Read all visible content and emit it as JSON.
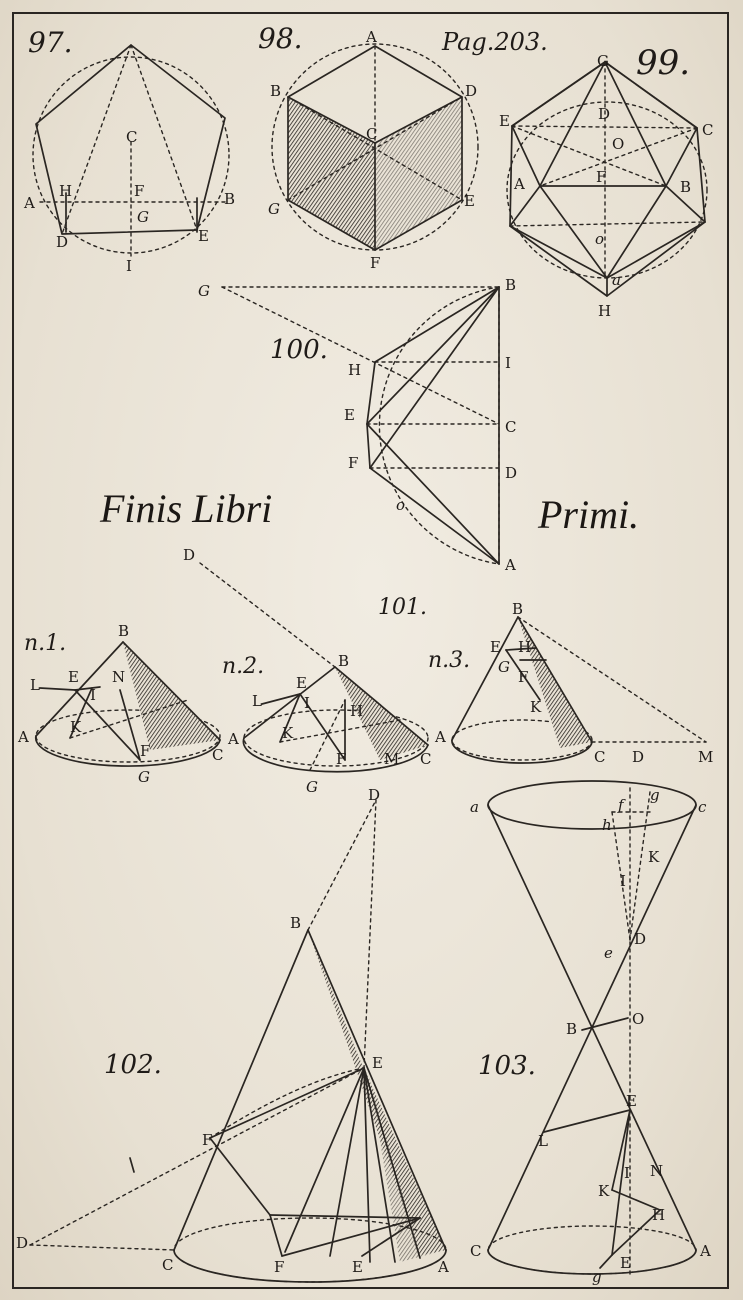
{
  "page": {
    "page_ref": "Pag.203.",
    "caption_left": "Finis Libri",
    "caption_right": "Primi."
  },
  "figures": {
    "f97": {
      "number": "97.",
      "labels": [
        "C",
        "A",
        "H",
        "F",
        "B",
        "G",
        "D",
        "E",
        "I"
      ]
    },
    "f98": {
      "number": "98.",
      "labels": [
        "A",
        "B",
        "D",
        "C",
        "G",
        "E",
        "F"
      ]
    },
    "f99": {
      "number": "99.",
      "labels": [
        "G",
        "D",
        "E",
        "C",
        "O",
        "A",
        "F",
        "B",
        "o",
        "a",
        "H"
      ]
    },
    "f100": {
      "number": "100.",
      "labels": [
        "G",
        "B",
        "H",
        "I",
        "E",
        "C",
        "F",
        "D",
        "o",
        "A"
      ]
    },
    "f101": {
      "number": "101.",
      "n1": {
        "number": "n.1.",
        "labels": [
          "B",
          "L",
          "E",
          "N",
          "I",
          "K",
          "A",
          "F",
          "C",
          "G"
        ]
      },
      "n2": {
        "number": "n.2.",
        "labels": [
          "D",
          "B",
          "E",
          "L",
          "I",
          "H",
          "K",
          "A",
          "F",
          "M",
          "C",
          "G"
        ]
      },
      "n3": {
        "number": "n.3.",
        "labels": [
          "B",
          "E",
          "H",
          "G",
          "F",
          "K",
          "A",
          "C",
          "D",
          "M"
        ]
      }
    },
    "f102": {
      "number": "102.",
      "labels": [
        "D",
        "B",
        "E",
        "F",
        "D",
        "C",
        "F",
        "E",
        "A"
      ]
    },
    "f103": {
      "number": "103.",
      "labels": [
        "g",
        "a",
        "f",
        "c",
        "h",
        "K",
        "I",
        "D",
        "e",
        "B",
        "O",
        "E",
        "L",
        "I",
        "N",
        "K",
        "H",
        "C",
        "E",
        "A",
        "g"
      ]
    }
  }
}
